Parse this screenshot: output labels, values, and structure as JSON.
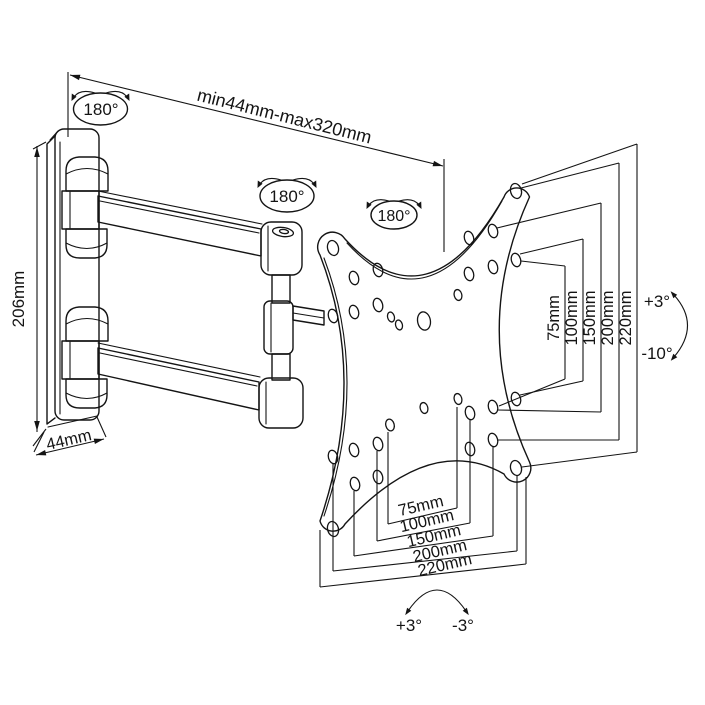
{
  "canvas": {
    "background": "#ffffff",
    "ink": "#141414"
  },
  "annotations": {
    "arm_extension_range": "min44mm-max320mm",
    "wall_plate_height": "206mm",
    "wall_plate_width": "44mm",
    "wall_hinge_swivel": "180°",
    "elbow_hinge_swivel": "180°",
    "plate_hinge_swivel": "180°",
    "vesa_vertical_spacings": [
      "75mm",
      "100mm",
      "150mm",
      "200mm",
      "220mm"
    ],
    "vesa_horizontal_spacings": [
      "75mm",
      "100mm",
      "150mm",
      "200mm",
      "220mm"
    ],
    "tilt_up": "+3°",
    "tilt_down": "-10°",
    "roll_positive": "+3°",
    "roll_negative": "-3°"
  }
}
